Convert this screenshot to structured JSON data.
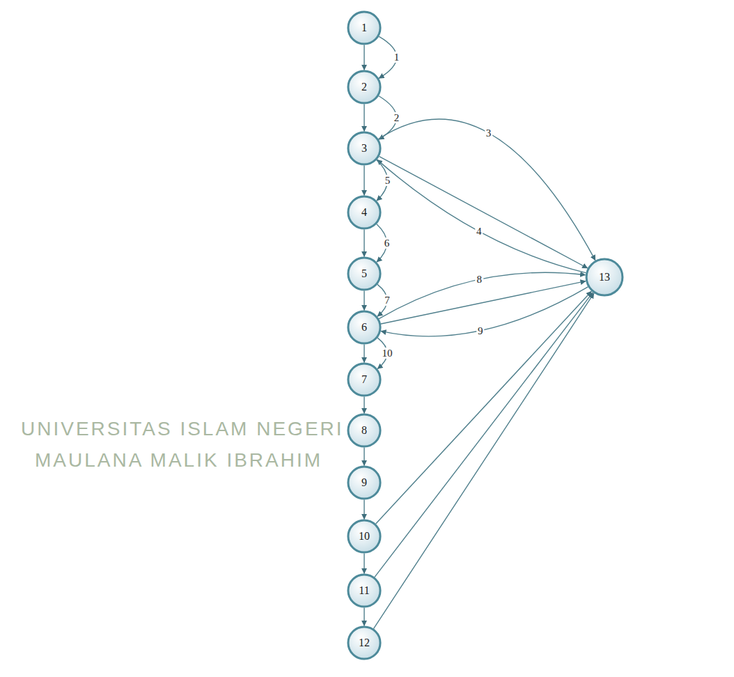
{
  "diagram": {
    "nodes": [
      {
        "text": [
          "1"
        ]
      },
      {
        "text": [
          "2"
        ]
      },
      {
        "text": [
          "3"
        ]
      },
      {
        "text": [
          "4"
        ]
      },
      {
        "text": [
          "5"
        ]
      },
      {
        "text": [
          "6"
        ]
      },
      {
        "text": [
          "7"
        ]
      },
      {
        "text": [
          "8"
        ]
      },
      {
        "text": [
          "9"
        ]
      },
      {
        "text": [
          "10"
        ]
      },
      {
        "text": [
          "11"
        ]
      },
      {
        "text": [
          "12"
        ]
      },
      {
        "text": [
          "13"
        ]
      }
    ],
    "edges": [
      {
        "from": 0,
        "to": 1,
        "arrow": "to"
      },
      {
        "from": 0,
        "to": 1,
        "arrow": "to",
        "label": "1"
      },
      {
        "from": 1,
        "to": 2,
        "arrow": "to"
      },
      {
        "from": 1,
        "to": 2,
        "arrow": "to",
        "label": "2"
      },
      {
        "from": 2,
        "to": 3,
        "arrow": "to"
      },
      {
        "from": 2,
        "to": 12,
        "arrow": "to",
        "label": "3"
      },
      {
        "from": 2,
        "to": 12,
        "arrow": "to"
      },
      {
        "from": 12,
        "to": 2,
        "arrow": "to",
        "label": "4"
      },
      {
        "from": 2,
        "to": 3,
        "arrow": "to",
        "label": "5"
      },
      {
        "from": 3,
        "to": 4,
        "arrow": "to"
      },
      {
        "from": 3,
        "to": 4,
        "arrow": "to",
        "label": "6"
      },
      {
        "from": 4,
        "to": 5,
        "arrow": "to"
      },
      {
        "from": 4,
        "to": 5,
        "arrow": "to",
        "label": "7"
      },
      {
        "from": 5,
        "to": 12,
        "arrow": "to",
        "label": "8"
      },
      {
        "from": 5,
        "to": 12,
        "arrow": "to"
      },
      {
        "from": 12,
        "to": 5,
        "arrow": "to",
        "label": "9"
      },
      {
        "from": 5,
        "to": 6,
        "arrow": "to"
      },
      {
        "from": 5,
        "to": 6,
        "arrow": "to",
        "label": "10"
      },
      {
        "from": 6,
        "to": 7,
        "arrow": "to"
      },
      {
        "from": 7,
        "to": 8,
        "arrow": "to"
      },
      {
        "from": 8,
        "to": 9,
        "arrow": "to"
      },
      {
        "from": 9,
        "to": 10,
        "arrow": "to"
      },
      {
        "from": 10,
        "to": 11,
        "arrow": "to"
      },
      {
        "from": 9,
        "to": 12,
        "arrow": "to"
      },
      {
        "from": 10,
        "to": 12,
        "arrow": "to"
      },
      {
        "from": 11,
        "to": 12,
        "arrow": "to"
      }
    ],
    "labels": [
      "UNIVERSITAS ISLAM NEGERI",
      "MAULANA MALIK IBRAHIM"
    ]
  }
}
